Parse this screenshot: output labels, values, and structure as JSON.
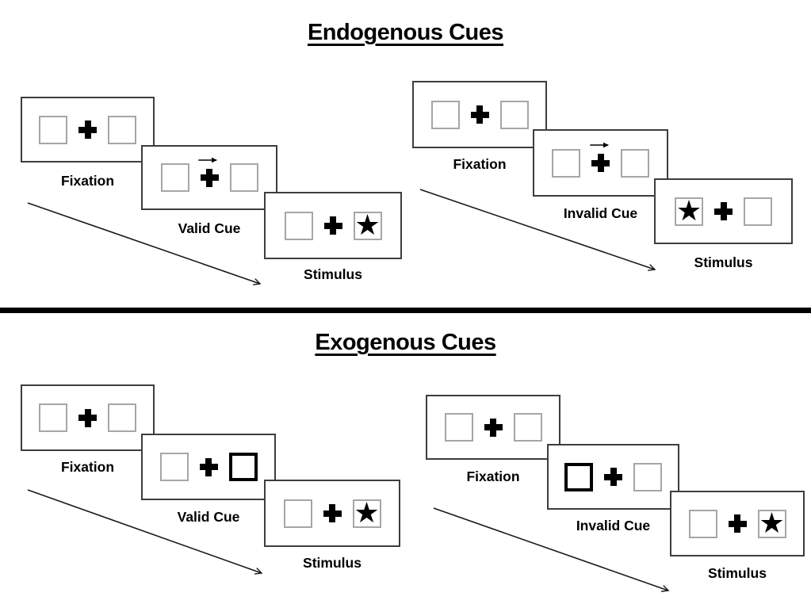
{
  "diagram": {
    "sections": [
      {
        "title": "Endogenous Cues",
        "groups": [
          {
            "type": "valid",
            "panels": [
              {
                "label": "Fixation"
              },
              {
                "label": "Valid Cue"
              },
              {
                "label": "Stimulus"
              }
            ]
          },
          {
            "type": "invalid",
            "panels": [
              {
                "label": "Fixation"
              },
              {
                "label": "Invalid Cue"
              },
              {
                "label": "Stimulus"
              }
            ]
          }
        ]
      },
      {
        "title": "Exogenous Cues",
        "groups": [
          {
            "type": "valid",
            "panels": [
              {
                "label": "Fixation"
              },
              {
                "label": "Valid Cue"
              },
              {
                "label": "Stimulus"
              }
            ]
          },
          {
            "type": "invalid",
            "panels": [
              {
                "label": "Fixation"
              },
              {
                "label": "Invalid Cue"
              },
              {
                "label": "Stimulus"
              }
            ]
          }
        ]
      }
    ],
    "icons": {
      "star": "★",
      "cue_arrow": "→",
      "fixation_cross": "✚",
      "timeline_arrow": "↘"
    },
    "colors": {
      "ink": "#000000",
      "panel_border": "#3d3d3d",
      "box_border": "#a6a6a6",
      "background": "#ffffff"
    }
  }
}
